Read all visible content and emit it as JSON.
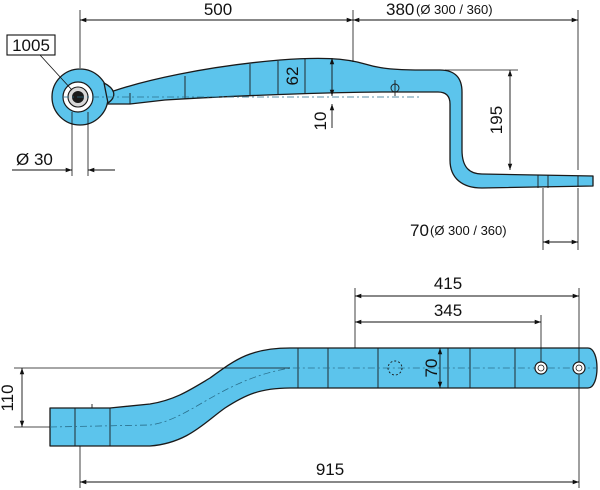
{
  "part_number": "1005",
  "side_view": {
    "length_to_axle": "500",
    "axle_to_end": "380",
    "axle_to_end_note": "(Ø 300 / 360)",
    "leaf_height": "62",
    "eye_offset": "10",
    "drop_height": "195",
    "eye_diameter": "Ø 30",
    "end_length": "70",
    "end_length_note": "(Ø 300 / 360)"
  },
  "top_view": {
    "outer_hole_distance": "415",
    "inner_hole_distance": "345",
    "leaf_width": "70",
    "offset_width": "110",
    "overall_length": "915"
  },
  "colors": {
    "part_fill": "#5cc4ec",
    "outline": "#1a1a1a"
  }
}
